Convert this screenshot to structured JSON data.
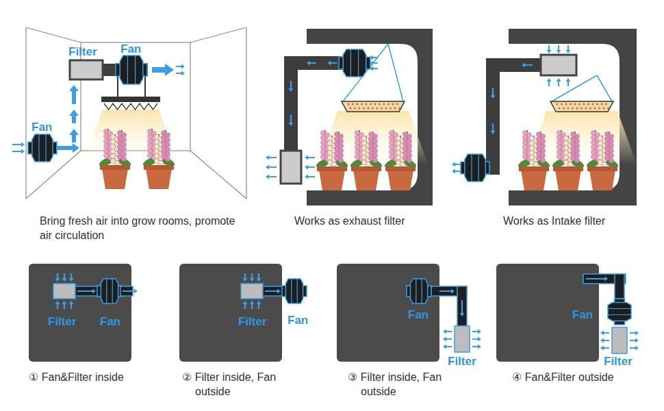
{
  "diagram": {
    "labels": [
      "Filter",
      "Fan",
      "Fan",
      "Bring fresh air into grow rooms, promote air circulation",
      "Works as exhaust filter",
      "Works as Intake filter",
      "Filter",
      "Fan",
      "① Fan&Filter inside",
      "Filter",
      "Fan",
      "② Filter inside, Fan outside",
      "Fan",
      "Filter",
      "③ Filter inside, Fan outside",
      "Fan",
      "Filter",
      "④ Fan&Filter outside"
    ]
  }
}
